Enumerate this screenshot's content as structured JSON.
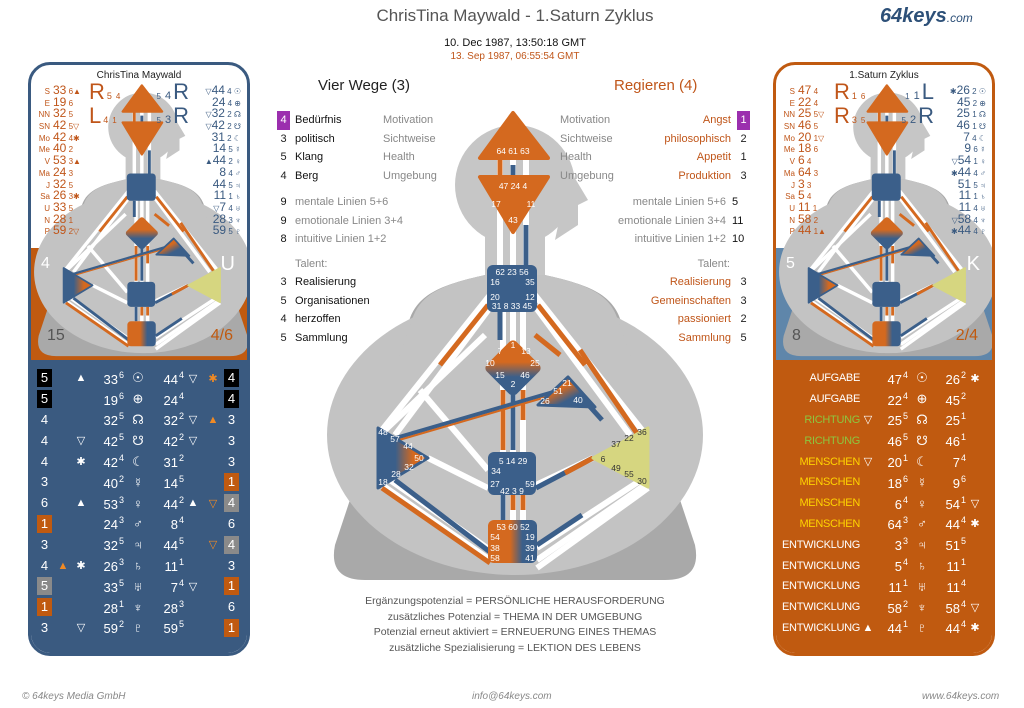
{
  "header": {
    "title": "ChrisTina Maywald - 1.Saturn Zyklus",
    "logo_main": "64keys",
    "logo_tld": ".com",
    "date_personality": "10. Dec 1987, 13:50:18 GMT",
    "date_design": "13. Sep 1987, 06:55:54 GMT"
  },
  "colors": {
    "blue": "#3a5a80",
    "orange": "#c05a10",
    "purple": "#9b2fae",
    "green": "#8dc63f",
    "yellow": "#ffd400",
    "solar": "#d6d680"
  },
  "left_panel": {
    "title": "ChrisTina Maywald",
    "band_left": "4",
    "band_right": "U",
    "bottom_left": "15",
    "bottom_right": "4/6",
    "arrows_left": [
      {
        "letter": "R",
        "a": "5",
        "b": "4"
      },
      {
        "letter": "L",
        "a": "4",
        "b": "1"
      }
    ],
    "arrows_right": [
      {
        "letter": "R",
        "a": "5",
        "b": "4"
      },
      {
        "letter": "R",
        "a": "5",
        "b": "3"
      }
    ],
    "design_list": [
      [
        "S",
        "33",
        "6",
        "▲"
      ],
      [
        "E",
        "19",
        "6",
        ""
      ],
      [
        "NN",
        "32",
        "5",
        ""
      ],
      [
        "SN",
        "42",
        "5",
        "▽"
      ],
      [
        "Mo",
        "42",
        "4",
        "✱"
      ],
      [
        "Me",
        "40",
        "2",
        ""
      ],
      [
        "V",
        "53",
        "3",
        "▲"
      ],
      [
        "Ma",
        "24",
        "3",
        ""
      ],
      [
        "J",
        "32",
        "5",
        ""
      ],
      [
        "Sa",
        "26",
        "3",
        "✱"
      ],
      [
        "U",
        "33",
        "5",
        ""
      ],
      [
        "N",
        "28",
        "1",
        ""
      ],
      [
        "P",
        "59",
        "2",
        "▽"
      ]
    ],
    "personality_list": [
      [
        "▽",
        "44",
        "4",
        "☉"
      ],
      [
        "",
        "24",
        "4",
        "⊕"
      ],
      [
        "▽",
        "32",
        "2",
        "☊"
      ],
      [
        "▽",
        "42",
        "2",
        "☋"
      ],
      [
        "",
        "31",
        "2",
        "☾"
      ],
      [
        "",
        "14",
        "5",
        "☿"
      ],
      [
        "▲",
        "44",
        "2",
        "♀"
      ],
      [
        "",
        "8",
        "4",
        "♂"
      ],
      [
        "",
        "44",
        "5",
        "♃"
      ],
      [
        "",
        "11",
        "1",
        "♄"
      ],
      [
        "▽",
        "7",
        "4",
        "♅"
      ],
      [
        "",
        "28",
        "3",
        "♆"
      ],
      [
        "",
        "59",
        "5",
        "♇"
      ]
    ],
    "rows": [
      {
        "l": "5",
        "lc": "black",
        "lm": "",
        "pre": "▲",
        "g1": "33",
        "l1": "6",
        "sym": "☉",
        "g2": "44",
        "l2": "4",
        "post": "▽",
        "rm": "✱",
        "r": "4",
        "rc": "black"
      },
      {
        "l": "5",
        "lc": "black",
        "lm": "",
        "pre": "",
        "g1": "19",
        "l1": "6",
        "sym": "⊕",
        "g2": "24",
        "l2": "4",
        "post": "",
        "rm": "",
        "r": "4",
        "rc": "black"
      },
      {
        "l": "4",
        "lc": "",
        "lm": "",
        "pre": "",
        "g1": "32",
        "l1": "5",
        "sym": "☊",
        "g2": "32",
        "l2": "2",
        "post": "▽",
        "rm": "▲",
        "r": "3",
        "rc": ""
      },
      {
        "l": "4",
        "lc": "",
        "lm": "",
        "pre": "▽",
        "g1": "42",
        "l1": "5",
        "sym": "☋",
        "g2": "42",
        "l2": "2",
        "post": "▽",
        "rm": "",
        "r": "3",
        "rc": ""
      },
      {
        "l": "4",
        "lc": "",
        "lm": "",
        "pre": "✱",
        "g1": "42",
        "l1": "4",
        "sym": "☾",
        "g2": "31",
        "l2": "2",
        "post": "",
        "rm": "",
        "r": "3",
        "rc": ""
      },
      {
        "l": "3",
        "lc": "",
        "lm": "",
        "pre": "",
        "g1": "40",
        "l1": "2",
        "sym": "☿",
        "g2": "14",
        "l2": "5",
        "post": "",
        "rm": "",
        "r": "1",
        "rc": "orange"
      },
      {
        "l": "6",
        "lc": "",
        "lm": "",
        "pre": "▲",
        "g1": "53",
        "l1": "3",
        "sym": "♀",
        "g2": "44",
        "l2": "2",
        "post": "▲",
        "rm": "▽",
        "r": "4",
        "rc": "gray"
      },
      {
        "l": "1",
        "lc": "orange",
        "lm": "",
        "pre": "",
        "g1": "24",
        "l1": "3",
        "sym": "♂",
        "g2": "8",
        "l2": "4",
        "post": "",
        "rm": "",
        "r": "6",
        "rc": ""
      },
      {
        "l": "3",
        "lc": "",
        "lm": "",
        "pre": "",
        "g1": "32",
        "l1": "5",
        "sym": "♃",
        "g2": "44",
        "l2": "5",
        "post": "",
        "rm": "▽",
        "r": "4",
        "rc": "gray"
      },
      {
        "l": "4",
        "lc": "",
        "lm": "▲",
        "pre": "✱",
        "g1": "26",
        "l1": "3",
        "sym": "♄",
        "g2": "11",
        "l2": "1",
        "post": "",
        "rm": "",
        "r": "3",
        "rc": ""
      },
      {
        "l": "5",
        "lc": "gray",
        "lm": "",
        "pre": "",
        "g1": "33",
        "l1": "5",
        "sym": "♅",
        "g2": "7",
        "l2": "4",
        "post": "▽",
        "rm": "",
        "r": "1",
        "rc": "orange"
      },
      {
        "l": "1",
        "lc": "orange",
        "lm": "",
        "pre": "",
        "g1": "28",
        "l1": "1",
        "sym": "♆",
        "g2": "28",
        "l2": "3",
        "post": "",
        "rm": "",
        "r": "6",
        "rc": ""
      },
      {
        "l": "3",
        "lc": "",
        "lm": "",
        "pre": "▽",
        "g1": "59",
        "l1": "2",
        "sym": "♇",
        "g2": "59",
        "l2": "5",
        "post": "",
        "rm": "",
        "r": "1",
        "rc": "orange"
      }
    ]
  },
  "right_panel": {
    "title": "1.Saturn Zyklus",
    "band_left": "5",
    "band_right": "K",
    "bottom_left": "8",
    "bottom_right": "2/4",
    "arrows_left": [
      {
        "letter": "R",
        "a": "1",
        "b": "6"
      },
      {
        "letter": "R",
        "a": "3",
        "b": "5"
      }
    ],
    "arrows_right": [
      {
        "letter": "L",
        "a": "1",
        "b": "1"
      },
      {
        "letter": "R",
        "a": "5",
        "b": "2"
      }
    ],
    "design_list": [
      [
        "S",
        "47",
        "4",
        ""
      ],
      [
        "E",
        "22",
        "4",
        ""
      ],
      [
        "NN",
        "25",
        "5",
        "▽"
      ],
      [
        "SN",
        "46",
        "5",
        ""
      ],
      [
        "Mo",
        "20",
        "1",
        "▽"
      ],
      [
        "Me",
        "18",
        "6",
        ""
      ],
      [
        "V",
        "6",
        "4",
        ""
      ],
      [
        "Ma",
        "64",
        "3",
        ""
      ],
      [
        "J",
        "3",
        "3",
        ""
      ],
      [
        "Sa",
        "5",
        "4",
        ""
      ],
      [
        "U",
        "11",
        "1",
        ""
      ],
      [
        "N",
        "58",
        "2",
        ""
      ],
      [
        "P",
        "44",
        "1",
        "▲"
      ]
    ],
    "personality_list": [
      [
        "✱",
        "26",
        "2",
        "☉"
      ],
      [
        "",
        "45",
        "2",
        "⊕"
      ],
      [
        "",
        "25",
        "1",
        "☊"
      ],
      [
        "",
        "46",
        "1",
        "☋"
      ],
      [
        "",
        "7",
        "4",
        "☾"
      ],
      [
        "",
        "9",
        "6",
        "☿"
      ],
      [
        "▽",
        "54",
        "1",
        "♀"
      ],
      [
        "✱",
        "44",
        "4",
        "♂"
      ],
      [
        "",
        "51",
        "5",
        "♃"
      ],
      [
        "",
        "11",
        "1",
        "♄"
      ],
      [
        "",
        "11",
        "4",
        "♅"
      ],
      [
        "▽",
        "58",
        "4",
        "♆"
      ],
      [
        "✱",
        "44",
        "4",
        "♇"
      ]
    ],
    "rows": [
      {
        "label": "AUFGABE",
        "lcol": "white",
        "pre": "",
        "g1": "47",
        "l1": "4",
        "sym": "☉",
        "g2": "26",
        "l2": "2",
        "post": "✱"
      },
      {
        "label": "AUFGABE",
        "lcol": "white",
        "pre": "",
        "g1": "22",
        "l1": "4",
        "sym": "⊕",
        "g2": "45",
        "l2": "2",
        "post": ""
      },
      {
        "label": "RICHTUNG",
        "lcol": "green",
        "pre": "▽",
        "g1": "25",
        "l1": "5",
        "sym": "☊",
        "g2": "25",
        "l2": "1",
        "post": ""
      },
      {
        "label": "RICHTUNG",
        "lcol": "green",
        "pre": "",
        "g1": "46",
        "l1": "5",
        "sym": "☋",
        "g2": "46",
        "l2": "1",
        "post": ""
      },
      {
        "label": "MENSCHEN",
        "lcol": "yellow",
        "pre": "▽",
        "g1": "20",
        "l1": "1",
        "sym": "☾",
        "g2": "7",
        "l2": "4",
        "post": ""
      },
      {
        "label": "MENSCHEN",
        "lcol": "yellow",
        "pre": "",
        "g1": "18",
        "l1": "6",
        "sym": "☿",
        "g2": "9",
        "l2": "6",
        "post": ""
      },
      {
        "label": "MENSCHEN",
        "lcol": "yellow",
        "pre": "",
        "g1": "6",
        "l1": "4",
        "sym": "♀",
        "g2": "54",
        "l2": "1",
        "post": "▽"
      },
      {
        "label": "MENSCHEN",
        "lcol": "yellow",
        "pre": "",
        "g1": "64",
        "l1": "3",
        "sym": "♂",
        "g2": "44",
        "l2": "4",
        "post": "✱"
      },
      {
        "label": "ENTWICKLUNG",
        "lcol": "white",
        "pre": "",
        "g1": "3",
        "l1": "3",
        "sym": "♃",
        "g2": "51",
        "l2": "5",
        "post": ""
      },
      {
        "label": "ENTWICKLUNG",
        "lcol": "white",
        "pre": "",
        "g1": "5",
        "l1": "4",
        "sym": "♄",
        "g2": "11",
        "l2": "1",
        "post": ""
      },
      {
        "label": "ENTWICKLUNG",
        "lcol": "white",
        "pre": "",
        "g1": "11",
        "l1": "1",
        "sym": "♅",
        "g2": "11",
        "l2": "4",
        "post": ""
      },
      {
        "label": "ENTWICKLUNG",
        "lcol": "white",
        "pre": "",
        "g1": "58",
        "l1": "2",
        "sym": "♆",
        "g2": "58",
        "l2": "4",
        "post": "▽"
      },
      {
        "label": "ENTWICKLUNG",
        "lcol": "white",
        "pre": "▲",
        "g1": "44",
        "l1": "1",
        "sym": "♇",
        "g2": "44",
        "l2": "4",
        "post": "✱"
      }
    ]
  },
  "vier_wege": {
    "title": "Vier Wege (3)",
    "items": [
      {
        "n": "4",
        "label": "Bedürfnis",
        "cat": "Motivation",
        "hl": true
      },
      {
        "n": "3",
        "label": "politisch",
        "cat": "Sichtweise"
      },
      {
        "n": "5",
        "label": "Klang",
        "cat": "Health"
      },
      {
        "n": "4",
        "label": "Berg",
        "cat": "Umgebung"
      }
    ],
    "lines": [
      {
        "n": "9",
        "label": "mentale Linien 5+6"
      },
      {
        "n": "9",
        "label": "emotionale Linien 3+4"
      },
      {
        "n": "8",
        "label": "intuitive Linien 1+2"
      }
    ],
    "talent_label": "Talent:",
    "talents": [
      {
        "n": "3",
        "label": "Realisierung"
      },
      {
        "n": "5",
        "label": "Organisationen"
      },
      {
        "n": "4",
        "label": "herzoffen"
      },
      {
        "n": "5",
        "label": "Sammlung"
      }
    ]
  },
  "regieren": {
    "title": "Regieren (4)",
    "items": [
      {
        "n": "1",
        "label": "Angst",
        "cat": "Motivation",
        "hl": true
      },
      {
        "n": "2",
        "label": "philosophisch",
        "cat": "Sichtweise"
      },
      {
        "n": "1",
        "label": "Appetit",
        "cat": "Health"
      },
      {
        "n": "3",
        "label": "Produktion",
        "cat": "Umgebung"
      }
    ],
    "lines": [
      {
        "n": "5",
        "label": "mentale Linien 5+6"
      },
      {
        "n": "11",
        "label": "emotionale Linien 3+4"
      },
      {
        "n": "10",
        "label": "intuitive Linien 1+2"
      }
    ],
    "talent_label": "Talent:",
    "talents": [
      {
        "n": "3",
        "label": "Realisierung"
      },
      {
        "n": "3",
        "label": "Gemeinschaften"
      },
      {
        "n": "2",
        "label": "passioniert"
      },
      {
        "n": "5",
        "label": "Sammlung"
      }
    ]
  },
  "bodygraph": {
    "head": "64 61 63",
    "ajna_top": "47 24 4",
    "ajna_l": "17",
    "ajna_r": "11",
    "ajna_b": "43",
    "throat": [
      "62 23 56",
      "16",
      "35",
      "20",
      "12",
      "31 8 33 45"
    ],
    "g": [
      "1",
      "7",
      "13",
      "10",
      "25",
      "15",
      "46",
      "2"
    ],
    "heart": [
      "21",
      "51",
      "26",
      "40"
    ],
    "spleen": [
      "48",
      "57",
      "44",
      "50",
      "32",
      "28",
      "18"
    ],
    "solar": [
      "36",
      "22",
      "37",
      "6",
      "49",
      "55",
      "30"
    ],
    "sacral": [
      "5 14 29",
      "34",
      "27",
      "59",
      "42 3 9"
    ],
    "root": [
      "53 60 52",
      "54",
      "19",
      "38",
      "39",
      "58",
      "41"
    ]
  },
  "legend": [
    "Ergänzungspotenzial = PERSÖNLICHE HERAUSFORDERUNG",
    "zusätzliches Potenzial = THEMA IN DER UMGEBUNG",
    "Potenzial erneut aktiviert = ERNEUERUNG EINES THEMAS",
    "zusätzliche Spezialisierung = LEKTION DES LEBENS"
  ],
  "footer": {
    "copyright": "© 64keys Media GmbH",
    "email": "info@64keys.com",
    "website": "www.64keys.com"
  }
}
